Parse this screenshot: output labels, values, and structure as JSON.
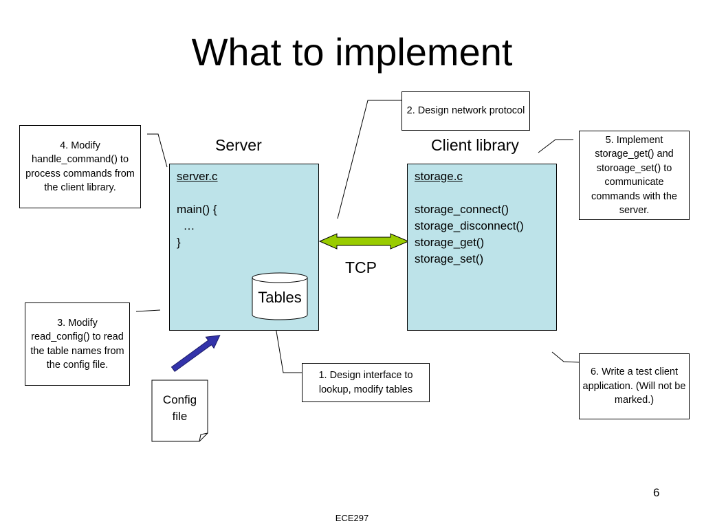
{
  "title": "What to implement",
  "server": {
    "heading": "Server",
    "file": "server.c",
    "lines": [
      "main() {",
      "  …",
      "}"
    ]
  },
  "client": {
    "heading": "Client library",
    "file": "storage.c",
    "lines": [
      "storage_connect()",
      "storage_disconnect()",
      "storage_get()",
      "storage_set()"
    ]
  },
  "tcp_label": "TCP",
  "tables_label": "Tables",
  "config_label": [
    "Config",
    "file"
  ],
  "callouts": {
    "c1": "1. Design interface to lookup, modify tables",
    "c2": "2. Design network protocol",
    "c3": "3. Modify read_config() to read the table names from the config file.",
    "c4": "4. Modify handle_command() to process commands from the client library.",
    "c5": "5. Implement storage_get() and storoage_set() to communicate commands with the server.",
    "c6": "6. Write a test client application. (Will not be marked.)"
  },
  "colors": {
    "box_fill": "#bde3e9",
    "tcp_arrow": "#99cc00",
    "blue_arrow": "#3333aa"
  },
  "page_number": "6",
  "footer": "ECE297"
}
